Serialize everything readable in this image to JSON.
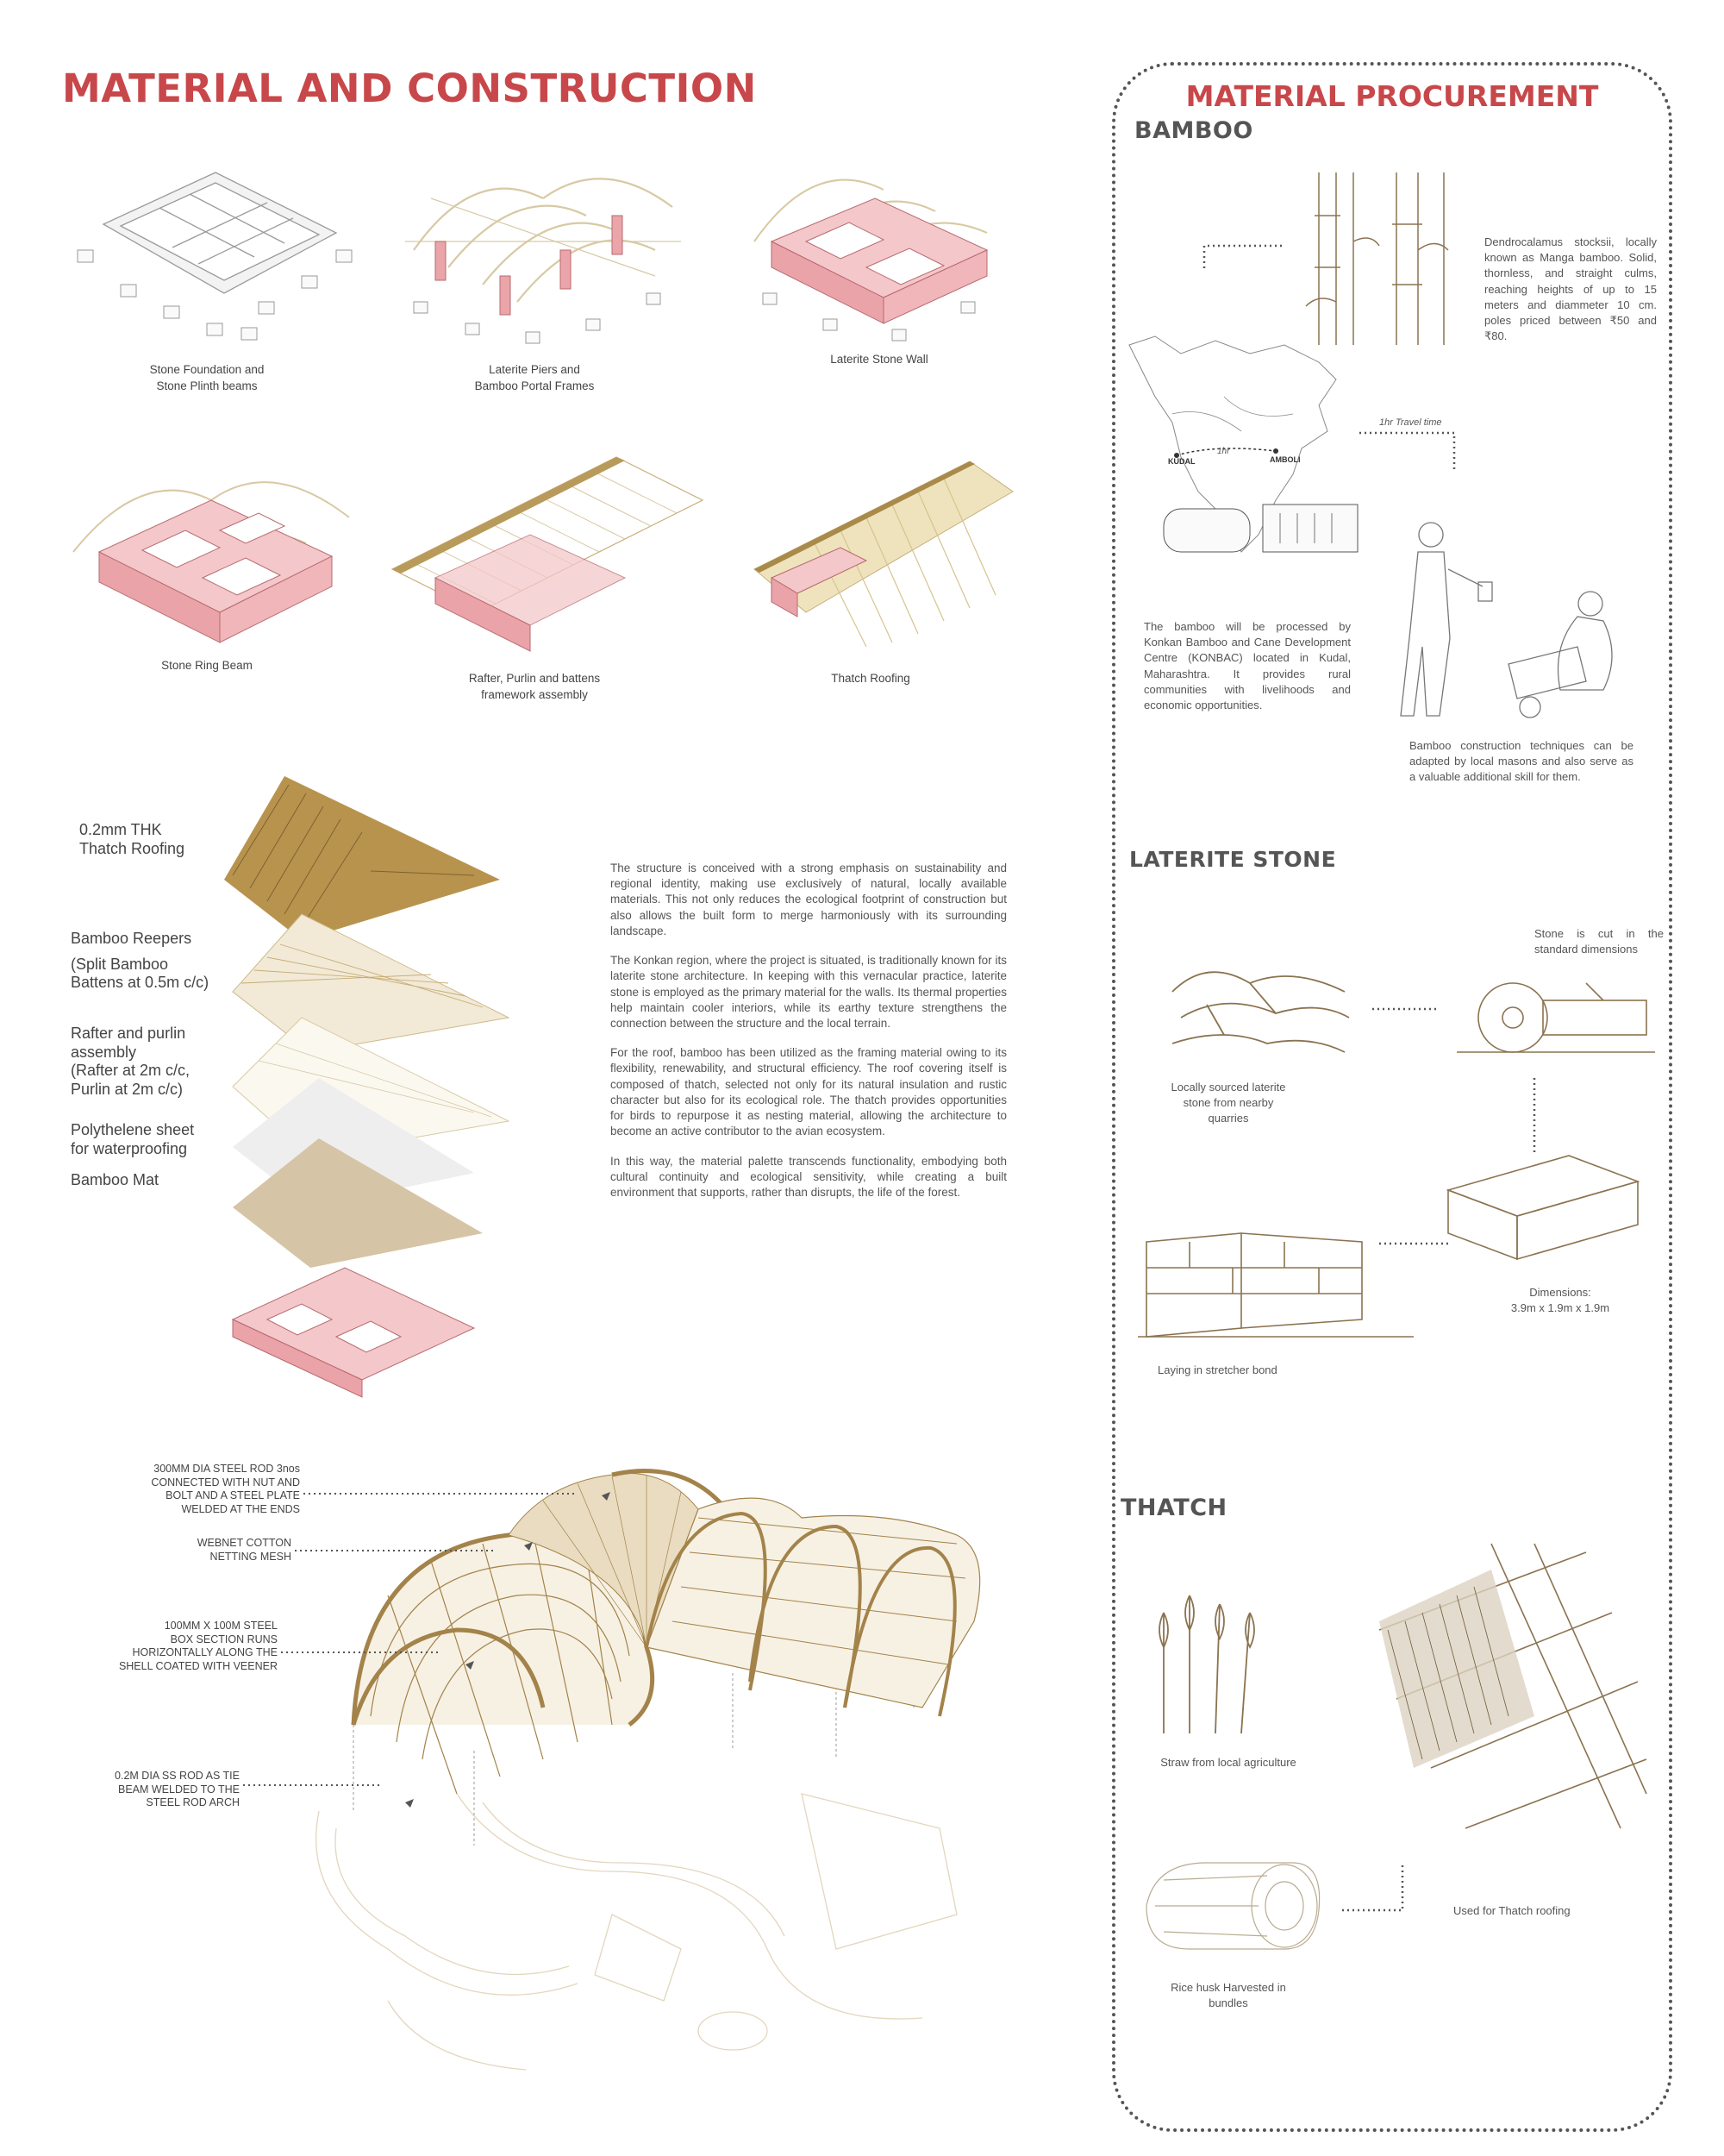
{
  "page": {
    "main_title": "MATERIAL AND CONSTRUCTION"
  },
  "stages": [
    {
      "caption_l1": "Stone Foundation and",
      "caption_l2": "Stone Plinth beams"
    },
    {
      "caption_l1": "Laterite Piers and",
      "caption_l2": "Bamboo Portal Frames"
    },
    {
      "caption_l1": "Laterite Stone Wall",
      "caption_l2": ""
    },
    {
      "caption_l1": "Stone Ring Beam",
      "caption_l2": ""
    },
    {
      "caption_l1": "Rafter, Purlin and battens",
      "caption_l2": "framework assembly"
    },
    {
      "caption_l1": "Thatch Roofing",
      "caption_l2": ""
    }
  ],
  "layers": [
    {
      "l1": "0.2mm THK",
      "l2": "Thatch Roofing"
    },
    {
      "l1": "Bamboo Reepers",
      "l2": "(Split Bamboo",
      "l3": "Battens at 0.5m c/c)"
    },
    {
      "l1": "Rafter and purlin",
      "l2": "assembly",
      "l3": "(Rafter at 2m c/c,",
      "l4": "Purlin at 2m c/c)"
    },
    {
      "l1": "Polythelene sheet",
      "l2": "for waterproofing"
    },
    {
      "l1": "Bamboo Mat"
    }
  ],
  "paragraphs": [
    "The structure is conceived with a strong emphasis on sustainability and regional identity, making use exclusively of natural, locally available materials. This not only reduces the ecological footprint of construction but also allows the built form to merge harmoniously with its surrounding landscape.",
    "The Konkan region, where the project is situated, is traditionally known for its laterite stone architecture. In keeping with this vernacular practice, laterite stone is employed as the primary material for the walls. Its thermal properties help maintain cooler interiors, while its earthy texture strengthens the connection between the structure and the local terrain.",
    "For the roof, bamboo has been utilized as the framing material owing to its flexibility, renewability, and structural efficiency. The roof covering itself is composed of thatch, selected not only for its natural insulation and rustic character but also for its ecological role. The thatch provides opportunities for birds to repurpose it as nesting material, allowing the architecture to become an active contributor to the avian ecosystem.",
    "In this way, the material palette transcends functionality, embodying both cultural continuity and ecological sensitivity, while creating a built environment that supports, rather than disrupts, the life of the forest."
  ],
  "callouts": [
    {
      "l1": "300MM DIA STEEL ROD 3nos",
      "l2": "CONNECTED WITH NUT AND",
      "l3": "BOLT AND A STEEL PLATE",
      "l4": "WELDED AT THE ENDS"
    },
    {
      "l1": "WEBNET COTTON",
      "l2": "NETTING MESH"
    },
    {
      "l1": "100MM X 100M STEEL",
      "l2": "BOX SECTION RUNS",
      "l3": "HORIZONTALLY ALONG THE",
      "l4": "SHELL COATED WITH VEENER"
    },
    {
      "l1": "0.2M DIA SS ROD AS TIE",
      "l2": "BEAM WELDED TO THE",
      "l3": "STEEL ROD ARCH"
    }
  ],
  "procurement": {
    "title": "MATERIAL PROCUREMENT",
    "bamboo": {
      "heading": "BAMBOO",
      "species_note": "Dendrocalamus stocksii, locally known as Manga bamboo. Solid, thornless, and straight culms, reaching heights of up to 15 meters and diammeter 10 cm. poles priced between ₹50 and ₹80.",
      "travel_label": "1hr Travel time",
      "map_kudal": "KUDAL",
      "map_amboli": "AMBOLI",
      "map_route": "1hr",
      "processing_note": "The bamboo will be processed by Konkan Bamboo and Cane Development Centre (KONBAC) located in Kudal, Maharashtra. It provides rural communities with livelihoods and economic opportunities.",
      "skill_note": "Bamboo construction techniques can be adapted by local masons and also serve as a valuable additional skill for them."
    },
    "laterite": {
      "heading": "LATERITE STONE",
      "cut_note": "Stone is cut in the standard dimensions",
      "sourced_note": "Locally sourced laterite stone from nearby quarries",
      "dim_label": "Dimensions:",
      "dim_value": "3.9m x 1.9m x 1.9m",
      "bond_note": "Laying in stretcher bond"
    },
    "thatch": {
      "heading": "THATCH",
      "straw_note": "Straw from local agriculture",
      "husk_l1": "Rice husk Harvested in",
      "husk_l2": "bundles",
      "used_note": "Used for Thatch roofing"
    }
  },
  "colors": {
    "accent": "#c8474a",
    "laterite": "#eeb9bc",
    "bamboo": "#e8dcc0",
    "thatch": "#a88a4a",
    "steel": "#a3834a"
  }
}
